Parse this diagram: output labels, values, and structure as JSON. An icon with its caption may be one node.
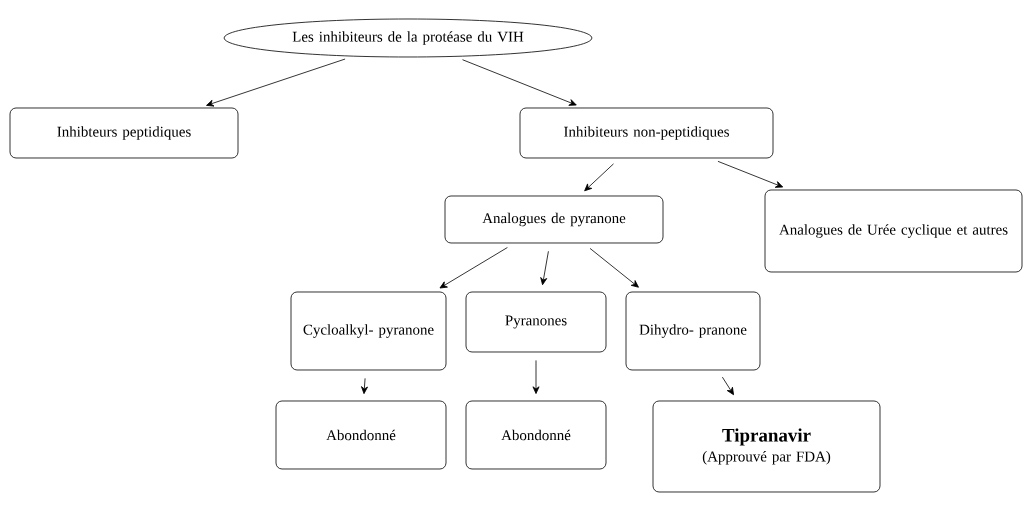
{
  "diagram": {
    "nodes": [
      {
        "text": [
          "Les inhibiteurs de la protéase du VIH"
        ]
      },
      {
        "text": [
          "Inhibteurs peptidiques"
        ]
      },
      {
        "text": [
          "Inhibiteurs non-peptidiques"
        ]
      },
      {
        "text": [
          "Analogues de pyranone"
        ]
      },
      {
        "text": [
          "Analogues de Urée cyclique et autres"
        ]
      },
      {
        "text": [
          "Cycloalkyl- pyranone"
        ]
      },
      {
        "text": [
          "Pyranones"
        ]
      },
      {
        "text": [
          "Dihydro- pranone"
        ]
      },
      {
        "text": [
          "Abondonné"
        ]
      },
      {
        "text": [
          "Abondonné"
        ]
      },
      {
        "text": [
          "Tipranavir",
          "(Approuvé par FDA)"
        ]
      }
    ],
    "edges": [
      {
        "from": 0,
        "to": 1,
        "arrow": "to"
      },
      {
        "from": 0,
        "to": 2,
        "arrow": "to"
      },
      {
        "from": 2,
        "to": 3,
        "arrow": "to"
      },
      {
        "from": 2,
        "to": 4,
        "arrow": "to"
      },
      {
        "from": 3,
        "to": 5,
        "arrow": "to"
      },
      {
        "from": 3,
        "to": 6,
        "arrow": "to"
      },
      {
        "from": 3,
        "to": 7,
        "arrow": "to"
      },
      {
        "from": 5,
        "to": 8,
        "arrow": "to"
      },
      {
        "from": 6,
        "to": 9,
        "arrow": "to"
      },
      {
        "from": 7,
        "to": 10,
        "arrow": "to"
      }
    ]
  }
}
